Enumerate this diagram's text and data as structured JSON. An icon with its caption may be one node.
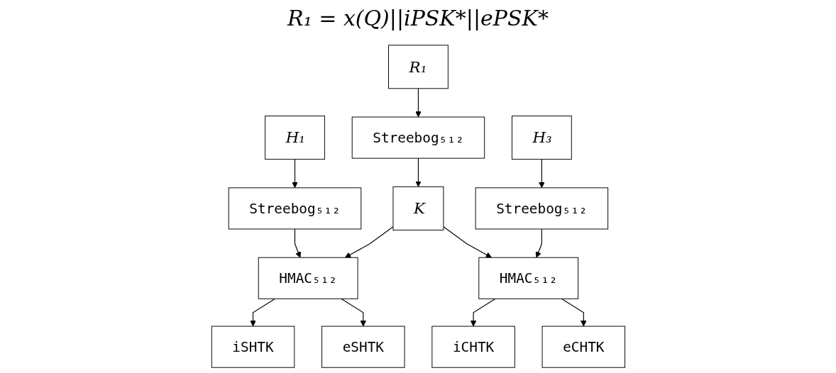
{
  "diagram": {
    "title": "R₁ = x(Q)||iPSK*||ePSK*",
    "nodes": [
      {
        "text": [
          "H₁"
        ]
      },
      {
        "text": [
          "R₁"
        ]
      },
      {
        "text": [
          "H₃"
        ]
      },
      {
        "text": [
          "Streebog₅₁₂"
        ]
      },
      {
        "text": [
          "Streebog₅₁₂"
        ]
      },
      {
        "text": [
          "Streebog₅₁₂"
        ]
      },
      {
        "text": [
          "HMAC₅₁₂"
        ]
      },
      {
        "text": [
          "K"
        ]
      },
      {
        "text": [
          "HMAC₅₁₂"
        ]
      },
      {
        "text": [
          "iSHTK"
        ]
      },
      {
        "text": [
          "eSHTK"
        ]
      },
      {
        "text": [
          "iCHTK"
        ]
      },
      {
        "text": [
          "eCHTK"
        ]
      }
    ],
    "edges": [
      {
        "from": 0,
        "to": 3,
        "arrow": "to"
      },
      {
        "from": 1,
        "to": 4,
        "arrow": "to"
      },
      {
        "from": 2,
        "to": 5,
        "arrow": "to"
      },
      {
        "from": 3,
        "to": 6,
        "arrow": "to"
      },
      {
        "from": 4,
        "to": 7,
        "arrow": "to"
      },
      {
        "from": 5,
        "to": 8,
        "arrow": "to"
      },
      {
        "from": 7,
        "to": 6,
        "arrow": "to"
      },
      {
        "from": 7,
        "to": 8,
        "arrow": "to"
      },
      {
        "from": 6,
        "to": 9,
        "arrow": "to"
      },
      {
        "from": 6,
        "to": 10,
        "arrow": "to"
      },
      {
        "from": 8,
        "to": 11,
        "arrow": "to"
      },
      {
        "from": 8,
        "to": 12,
        "arrow": "to"
      }
    ]
  }
}
